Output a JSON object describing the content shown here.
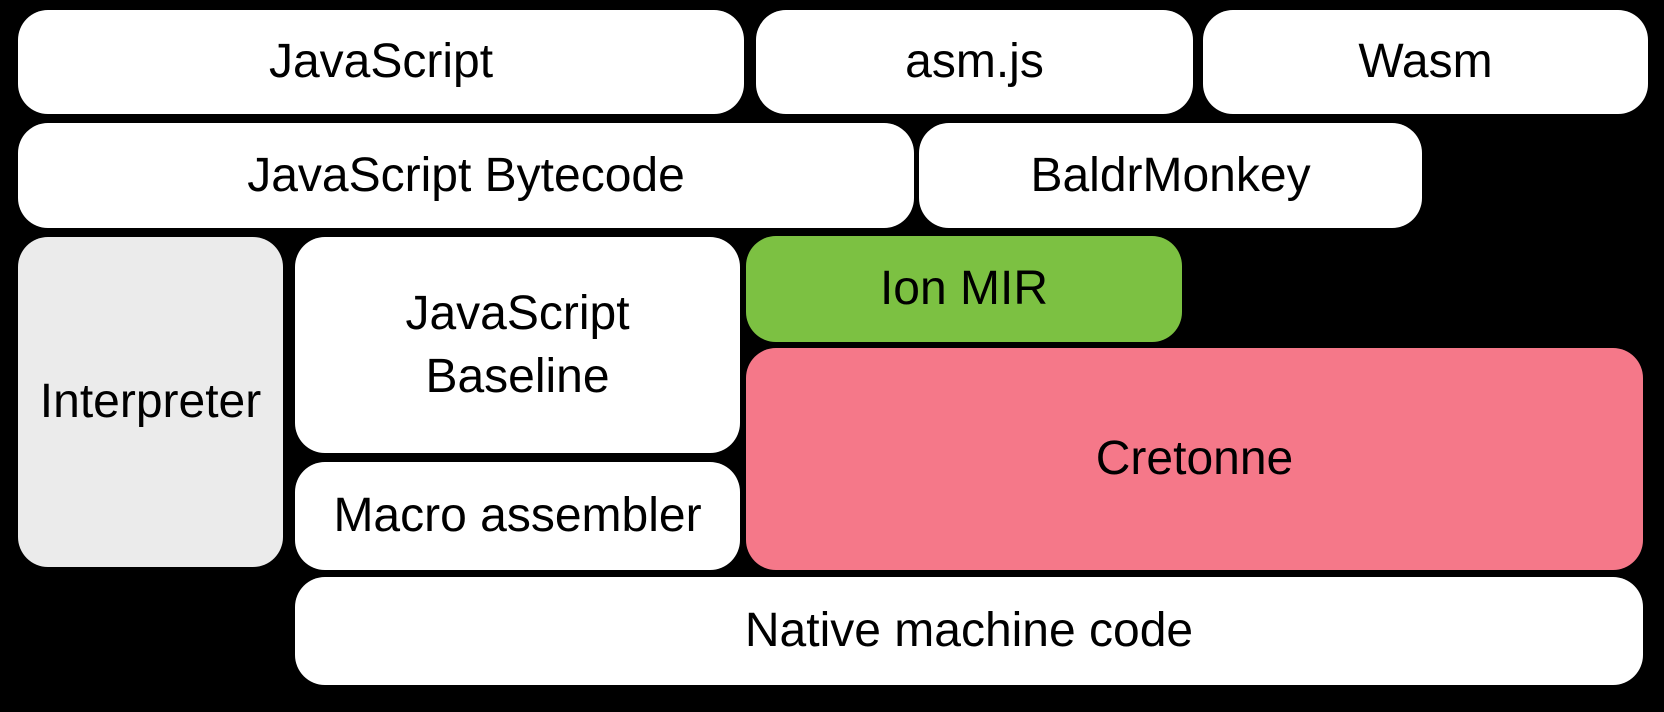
{
  "colors": {
    "background": "#000000",
    "white": "#FFFFFF",
    "gray": "#EBEBEB",
    "green": "#7CC142",
    "pink": "#F57889",
    "text": "#000000"
  },
  "boxes": [
    {
      "id": "javascript",
      "label": "JavaScript"
    },
    {
      "id": "asmjs",
      "label": "asm.js"
    },
    {
      "id": "wasm",
      "label": "Wasm"
    },
    {
      "id": "bytecode",
      "label": "JavaScript Bytecode"
    },
    {
      "id": "baldrmonkey",
      "label": "BaldrMonkey"
    },
    {
      "id": "interpreter",
      "label": "Interpreter"
    },
    {
      "id": "baseline",
      "label": "JavaScript\nBaseline"
    },
    {
      "id": "ionmir",
      "label": "Ion MIR"
    },
    {
      "id": "cretonne",
      "label": "Cretonne"
    },
    {
      "id": "macro",
      "label": "Macro assembler"
    },
    {
      "id": "native",
      "label": "Native machine code"
    }
  ]
}
